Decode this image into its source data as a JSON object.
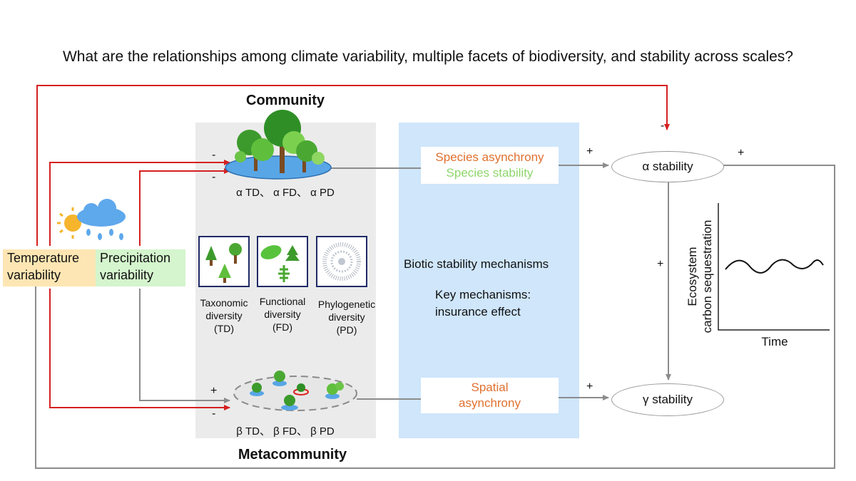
{
  "title": "What are the relationships among climate variability, multiple facets of biodiversity, and stability across scales?",
  "community_label": "Community",
  "metacommunity_label": "Metacommunity",
  "alpha_diversity_label": "α TD、 α FD、 α PD",
  "beta_diversity_label": "β TD、 β FD、 β PD",
  "facets": [
    {
      "label": "Taxonomic\ndiversity\n(TD)",
      "icon": "tree-icons"
    },
    {
      "label": "Functional\ndiversity\n(FD)",
      "icon": "leaf-icons"
    },
    {
      "label": "Phylogenetic\ndiversity\n(PD)",
      "icon": "phylogeny-icon"
    }
  ],
  "temperature_label": "Temperature variability",
  "precipitation_label": "Precipitation variability",
  "species_asynchrony": "Species asynchrony",
  "species_stability": "Species stability",
  "spatial_asynchrony": "Spatial asynchrony",
  "mechanisms_title": "Biotic stability mechanisms",
  "mechanisms_key": "Key mechanisms: insurance effect",
  "alpha_stability": "α stability",
  "gamma_stability": "γ stability",
  "signs": {
    "temp_to_community": "-",
    "precip_to_community": "-",
    "precip_to_meta": "+",
    "temp_to_meta": "-",
    "top_to_alpha": "-",
    "asynchrony_to_alpha": "+",
    "loop_to_alpha": "+",
    "alpha_to_gamma": "+",
    "spatial_to_gamma": "+"
  },
  "inset": {
    "ylabel_1": "Ecosystem",
    "ylabel_2": "carbon sequestration",
    "xlabel": "Time"
  },
  "colors": {
    "red_arrow": "#d62020",
    "grey_arrow": "#8c8c8c",
    "temperature_bg": "#fde6b3",
    "precipitation_bg": "#d4f5cd",
    "orange_text": "#e0702e",
    "green_text": "#8ed66b",
    "blue_panel": "#cfe6fb",
    "grey_panel": "#ebebeb"
  }
}
